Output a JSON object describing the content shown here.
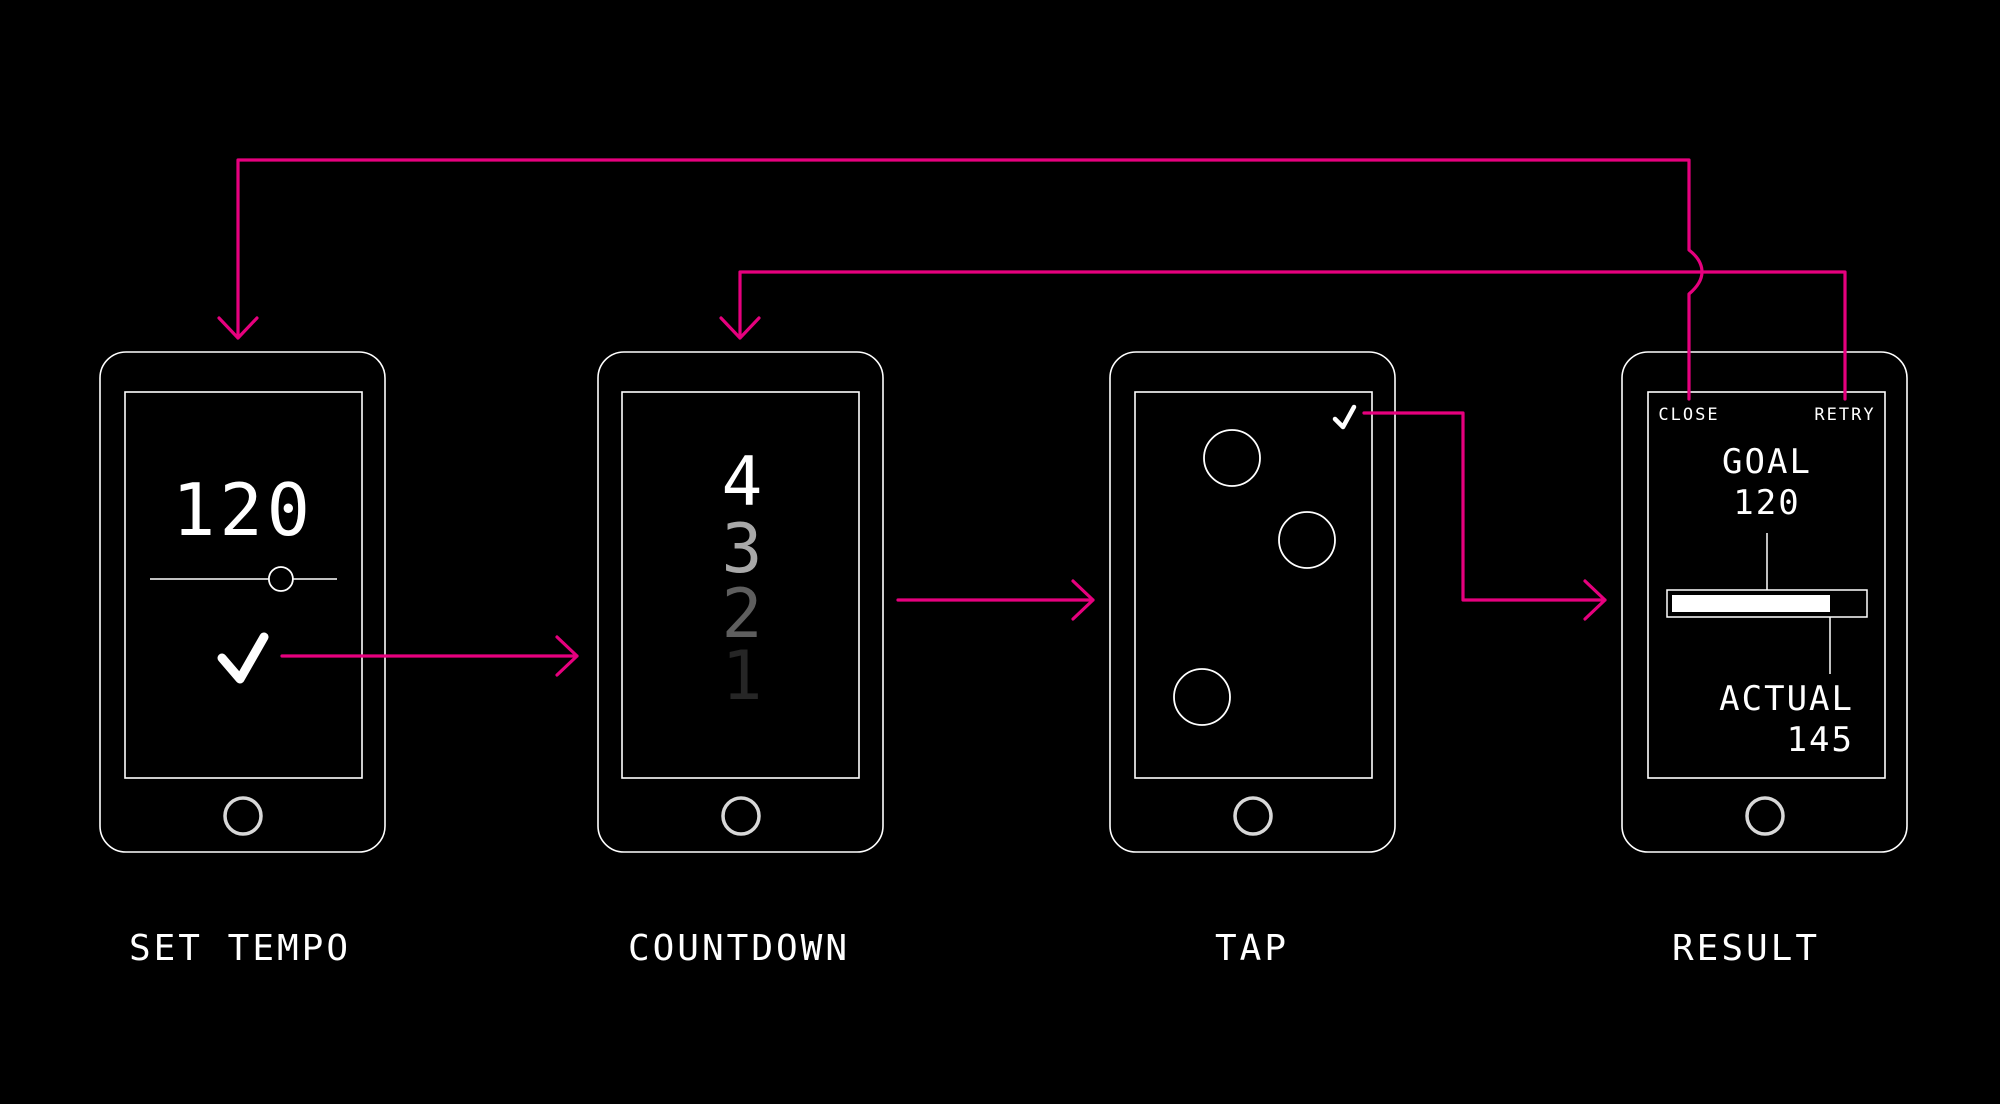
{
  "colors": {
    "background": "#000000",
    "accent": "#e6007e",
    "line": "#ffffff"
  },
  "screens": {
    "set_tempo": {
      "caption": "SET TEMPO",
      "tempo_value": "120",
      "slider_value": 0.7,
      "confirm_icon": "checkmark-icon"
    },
    "countdown": {
      "caption": "COUNTDOWN",
      "digits": [
        "4",
        "3",
        "2",
        "1"
      ]
    },
    "tap": {
      "caption": "TAP",
      "confirm_icon": "checkmark-icon"
    },
    "result": {
      "caption": "RESULT",
      "close_label": "CLOSE",
      "retry_label": "RETRY",
      "goal_label": "GOAL",
      "goal_value": "120",
      "actual_label": "ACTUAL",
      "actual_value": "145"
    }
  }
}
